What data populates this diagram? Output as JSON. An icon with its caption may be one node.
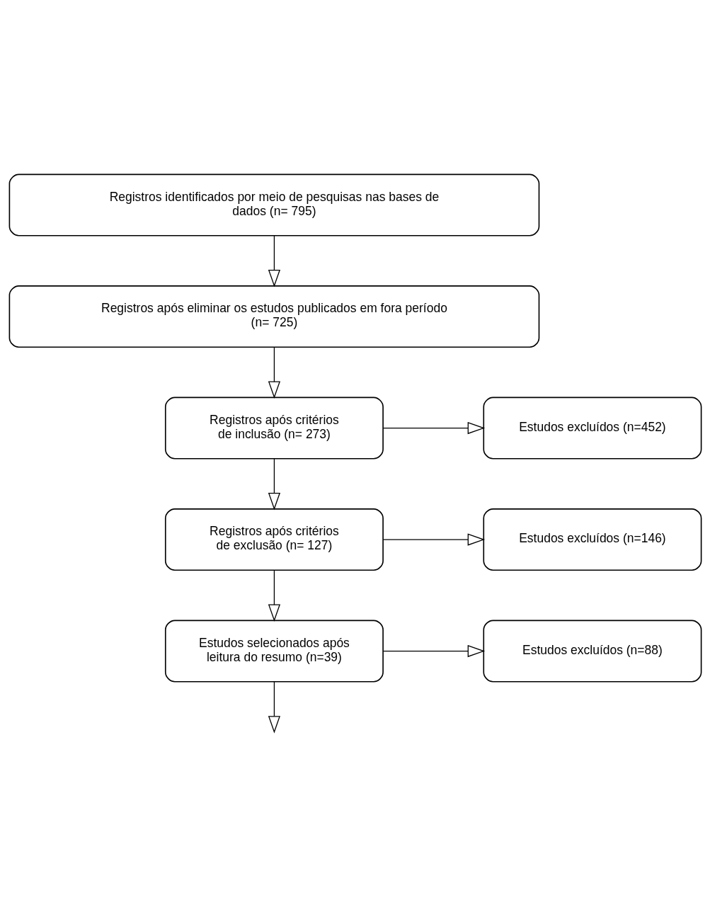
{
  "diagram": {
    "nodes": [
      {
        "text": [
          "Registros identificados por meio de pesquisas nas bases de dados (n= 795)"
        ]
      },
      {
        "text": [
          "Registros após eliminar os estudos publicados em fora período (n= 725)"
        ]
      },
      {
        "text": [
          "Registros após critérios de inclusão (n= 273)"
        ]
      },
      {
        "text": [
          "Estudos excluídos (n=452)"
        ]
      },
      {
        "text": [
          "Registros após critérios de exclusão (n= 127)"
        ]
      },
      {
        "text": [
          "Estudos excluídos (n=146)"
        ]
      },
      {
        "text": [
          "Estudos selecionados após leitura do resumo (n=39)"
        ]
      },
      {
        "text": [
          "Estudos excluídos (n=88)"
        ]
      }
    ],
    "edges": [
      {
        "from": 0,
        "to": 1,
        "arrow": "to"
      },
      {
        "from": 1,
        "to": 2,
        "arrow": "to"
      },
      {
        "from": 2,
        "to": 3,
        "arrow": "to"
      },
      {
        "from": 2,
        "to": 4,
        "arrow": "to"
      },
      {
        "from": 4,
        "to": 5,
        "arrow": "to"
      },
      {
        "from": 4,
        "to": 6,
        "arrow": "to"
      },
      {
        "from": 6,
        "to": 7,
        "arrow": "to"
      },
      {
        "from": 6,
        "to": null,
        "arrow": "to"
      }
    ]
  }
}
